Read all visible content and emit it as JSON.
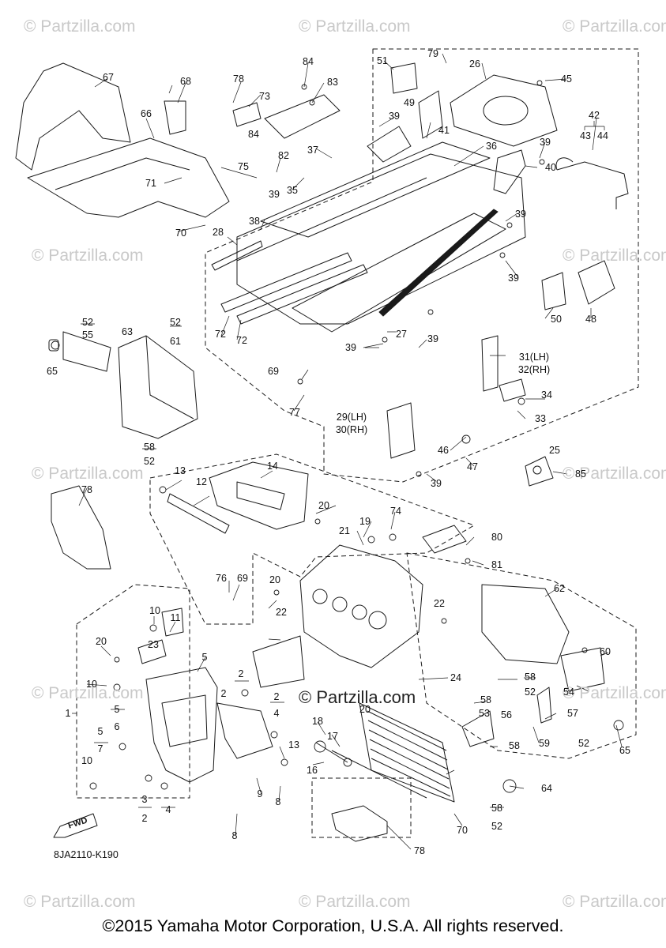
{
  "watermark": {
    "text": "© Partzilla.com",
    "center_text": "© Partzilla.com"
  },
  "diagram_code": "8JA2110-K190",
  "fwd_label": "FWD",
  "copyright": "©2015 Yamaha Motor Corporation, U.S.A. All rights reserved.",
  "callouts": {
    "c1": "1",
    "c2a": "2",
    "c2b": "2",
    "c2c": "2",
    "c2d": "2",
    "c3": "3",
    "c4a": "4",
    "c4b": "4",
    "c5a": "5",
    "c5b": "5",
    "c5c": "5",
    "c6": "6",
    "c7": "7",
    "c8a": "8",
    "c8b": "8",
    "c9": "9",
    "c10a": "10",
    "c10b": "10",
    "c10c": "10",
    "c11": "11",
    "c12": "12",
    "c13a": "13",
    "c13b": "13",
    "c14": "14",
    "c16": "16",
    "c17": "17",
    "c18": "18",
    "c19": "19",
    "c20a": "20",
    "c20b": "20",
    "c20c": "20",
    "c20d": "20",
    "c21": "21",
    "c22a": "22",
    "c22b": "22",
    "c23": "23",
    "c24": "24",
    "c25": "25",
    "c26": "26",
    "c27": "27",
    "c28": "28",
    "c29": "29(LH)",
    "c30": "30(RH)",
    "c31": "31(LH)",
    "c32": "32(RH)",
    "c33": "33",
    "c34": "34",
    "c35": "35",
    "c36": "36",
    "c37": "37",
    "c38": "38",
    "c39a": "39",
    "c39b": "39",
    "c39c": "39",
    "c39d": "39",
    "c39e": "39",
    "c39f": "39",
    "c39g": "39",
    "c39h": "39",
    "c40": "40",
    "c41": "41",
    "c42": "42",
    "c43": "43",
    "c44": "44",
    "c45": "45",
    "c46": "46",
    "c47": "47",
    "c48": "48",
    "c49": "49",
    "c50": "50",
    "c51": "51",
    "c52a": "52",
    "c52b": "52",
    "c52c": "52",
    "c52d": "52",
    "c52e": "52",
    "c52f": "52",
    "c53": "53",
    "c54": "54",
    "c55": "55",
    "c56": "56",
    "c57": "57",
    "c58a": "58",
    "c58b": "58",
    "c58c": "58",
    "c58d": "58",
    "c58e": "58",
    "c59": "59",
    "c60": "60",
    "c61": "61",
    "c62": "62",
    "c63": "63",
    "c64": "64",
    "c65a": "65",
    "c65b": "65",
    "c66": "66",
    "c67": "67",
    "c68": "68",
    "c69a": "69",
    "c69b": "69",
    "c70a": "70",
    "c70b": "70",
    "c71": "71",
    "c72a": "72",
    "c72b": "72",
    "c73": "73",
    "c74": "74",
    "c75": "75",
    "c76": "76",
    "c77": "77",
    "c78a": "78",
    "c78b": "78",
    "c78c": "78",
    "c79": "79",
    "c80": "80",
    "c81": "81",
    "c82": "82",
    "c83": "83",
    "c84a": "84",
    "c84b": "84",
    "c85": "85"
  },
  "colors": {
    "line": "#1a1a1a",
    "watermark": "#c9c9c9",
    "background": "#ffffff"
  }
}
